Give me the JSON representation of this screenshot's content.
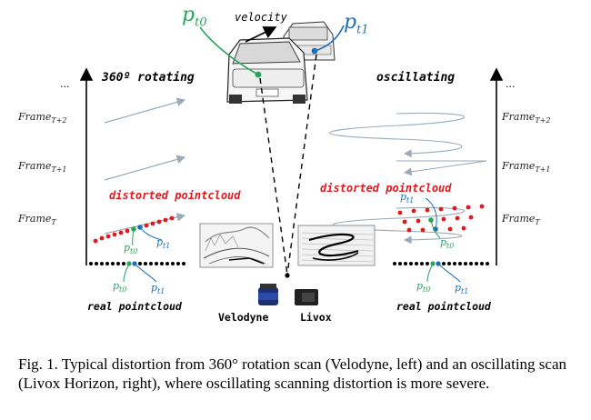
{
  "figure": {
    "left_header": "360º rotating",
    "right_header": "oscillating",
    "velocity_label": "velocity",
    "p_t0_big": "p",
    "p_t0_big_sub": "t0",
    "p_t1_big": "p",
    "p_t1_big_sub": "t1",
    "ellipsis": "...",
    "frame_word": "Frame",
    "frame_subs": [
      "T+2",
      "T+1",
      "T"
    ],
    "distorted_label": "distorted pointcloud",
    "real_label": "real pointcloud",
    "p_small": "p",
    "t0": "t0",
    "t1": "t1",
    "velodyne_label": "Velodyne",
    "livox_label": "Livox",
    "colors": {
      "green": "#27a55a",
      "blue": "#1f6fb8",
      "red": "#e0191f",
      "arrow": "#9aaab8"
    }
  },
  "caption": {
    "text": "Fig. 1.   Typical distortion from 360° rotation scan (Velodyne, left) and an oscillating scan (Livox Horizon, right), where oscillating scanning distortion is more severe."
  }
}
